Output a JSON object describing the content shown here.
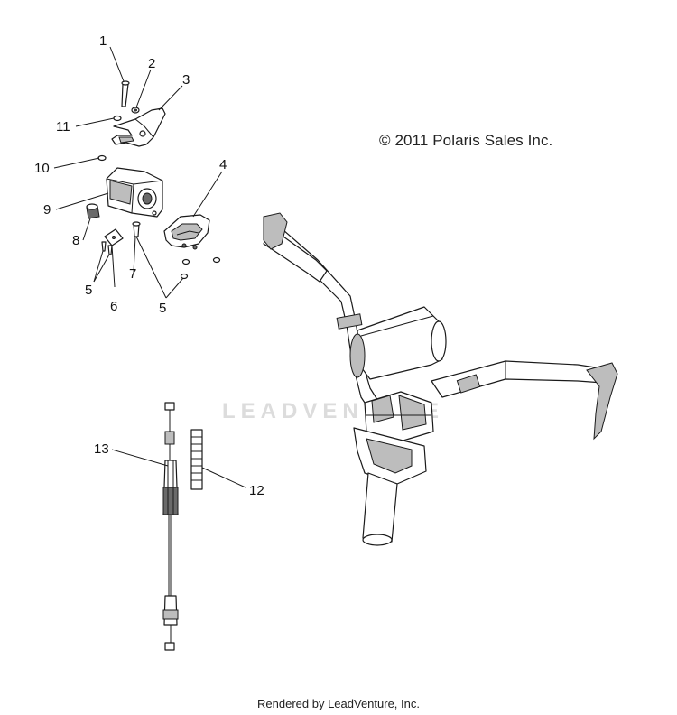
{
  "copyright": "© 2011 Polaris Sales Inc.",
  "watermark": "LEADVENTURE",
  "footer": "Rendered by LeadVenture, Inc.",
  "callouts": {
    "c1": "1",
    "c2": "2",
    "c3": "3",
    "c4": "4",
    "c5a": "5",
    "c5b": "5",
    "c6": "6",
    "c7": "7",
    "c8": "8",
    "c9": "9",
    "c10": "10",
    "c11": "11",
    "c12": "12",
    "c13": "13"
  }
}
